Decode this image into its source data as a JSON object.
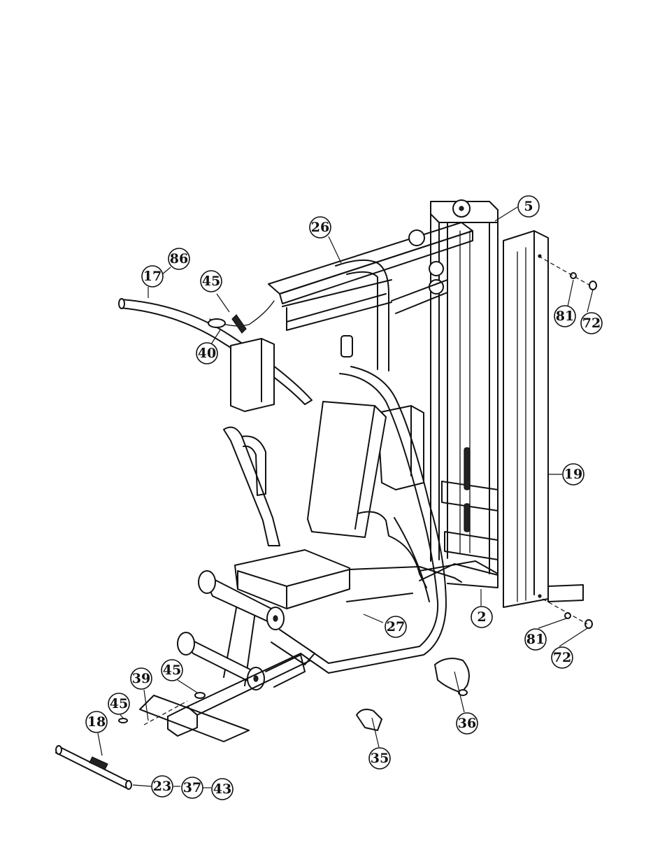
{
  "callouts": [
    {
      "id": "c-5",
      "label": "5"
    },
    {
      "id": "c-26",
      "label": "26"
    },
    {
      "id": "c-86",
      "label": "86"
    },
    {
      "id": "c-17",
      "label": "17"
    },
    {
      "id": "c-45a",
      "label": "45"
    },
    {
      "id": "c-40",
      "label": "40"
    },
    {
      "id": "c-81a",
      "label": "81"
    },
    {
      "id": "c-72a",
      "label": "72"
    },
    {
      "id": "c-19",
      "label": "19"
    },
    {
      "id": "c-2",
      "label": "2"
    },
    {
      "id": "c-27",
      "label": "27"
    },
    {
      "id": "c-81b",
      "label": "81"
    },
    {
      "id": "c-72b",
      "label": "72"
    },
    {
      "id": "c-39",
      "label": "39"
    },
    {
      "id": "c-45b",
      "label": "45"
    },
    {
      "id": "c-45c",
      "label": "45"
    },
    {
      "id": "c-18",
      "label": "18"
    },
    {
      "id": "c-36",
      "label": "36"
    },
    {
      "id": "c-35",
      "label": "35"
    },
    {
      "id": "c-23",
      "label": "23"
    },
    {
      "id": "c-37",
      "label": "37"
    },
    {
      "id": "c-43",
      "label": "43"
    }
  ]
}
